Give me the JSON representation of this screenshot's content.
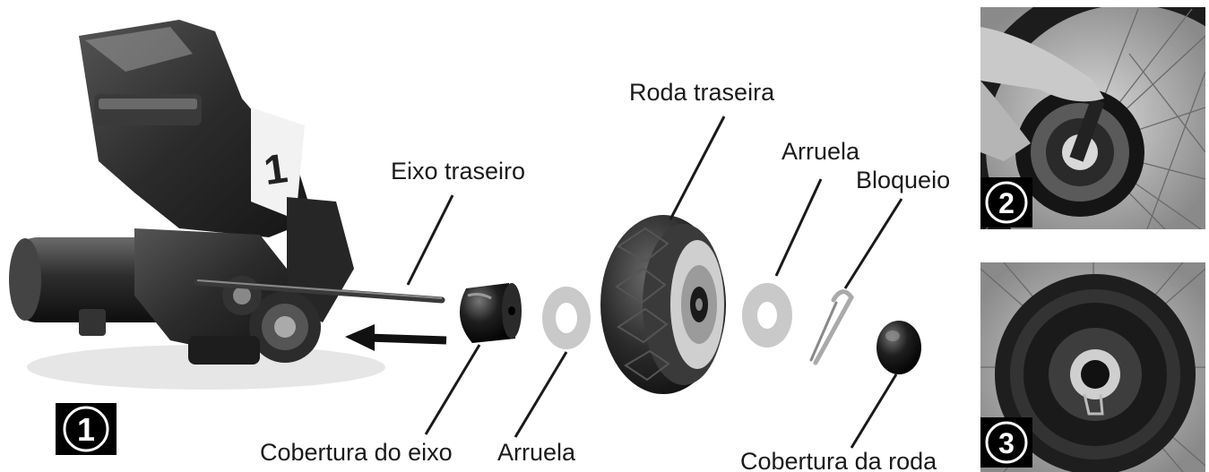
{
  "labels": {
    "rear_axle": "Eixo traseiro",
    "rear_wheel": "Roda traseira",
    "washer_right": "Arruela",
    "lock": "Bloqueio",
    "axle_cover": "Cobertura do eixo",
    "washer_left": "Arruela",
    "wheel_cover": "Cobertura da roda"
  },
  "steps": {
    "one": "1",
    "two": "2",
    "three": "3"
  }
}
